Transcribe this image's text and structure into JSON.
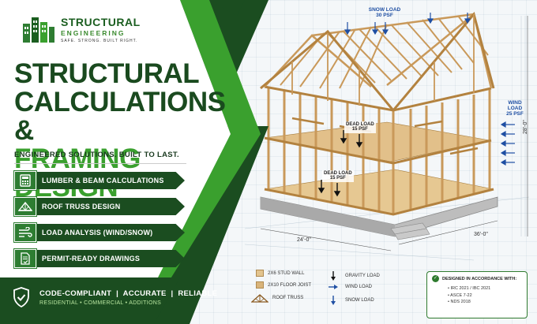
{
  "logo": {
    "line1": "STRUCTURAL",
    "line2": "ENGINEERING",
    "tagline": "SAFE. STRONG. BUILT RIGHT."
  },
  "headline": {
    "line1": "STRUCTURAL",
    "line2": "CALCULATIONS &",
    "line3": "FRAMING DESIGN"
  },
  "tagline": "ENGINEERED SOLUTIONS. BUILT TO LAST.",
  "features": [
    {
      "label": "LUMBER & BEAM CALCULATIONS",
      "icon": "calculator-icon"
    },
    {
      "label": "ROOF TRUSS DESIGN",
      "icon": "roof-truss-icon"
    },
    {
      "label": "LOAD ANALYSIS (WIND/SNOW)",
      "icon": "wind-icon"
    },
    {
      "label": "PERMIT-READY DRAWINGS",
      "icon": "document-check-icon"
    }
  ],
  "footer": {
    "main": "CODE-COMPLIANT  |  ACCURATE  |  RELIABLE",
    "sub": "RESIDENTIAL • COMMERCIAL • ADDITIONS",
    "icon": "shield-check-icon"
  },
  "annotations": {
    "snow_load": "SNOW LOAD",
    "snow_psf": "30 PSF",
    "wind_load": "WIND",
    "wind_load2": "LOAD",
    "wind_psf": "25 PSF",
    "dead_load_upper": "DEAD LOAD",
    "dead_load_upper_psf": "15 PSF",
    "dead_load_lower": "DEAD LOAD",
    "dead_load_lower_psf": "15 PSF",
    "dim_width": "24'-0\"",
    "dim_depth": "36'-0\"",
    "dim_height": "28'-0\""
  },
  "legend": {
    "stud_wall": "2x6 STUD WALL",
    "floor_joist": "2x10 FLOOR JOIST",
    "roof_truss": "ROOF TRUSS",
    "gravity_load": "GRAVITY LOAD",
    "wind_load": "WIND LOAD",
    "snow_load": "SNOW LOAD",
    "design_title": "DESIGNED IN ACCORDANCE WITH:",
    "codes": [
      "IRC 2021 / IBC 2021",
      "ASCE 7-22",
      "NDS 2018"
    ]
  },
  "colors": {
    "dark_green": "#1b4d20",
    "accent_green": "#3aa02e",
    "wood": "#d9b47a",
    "annotation_blue": "#1f4fa3"
  }
}
